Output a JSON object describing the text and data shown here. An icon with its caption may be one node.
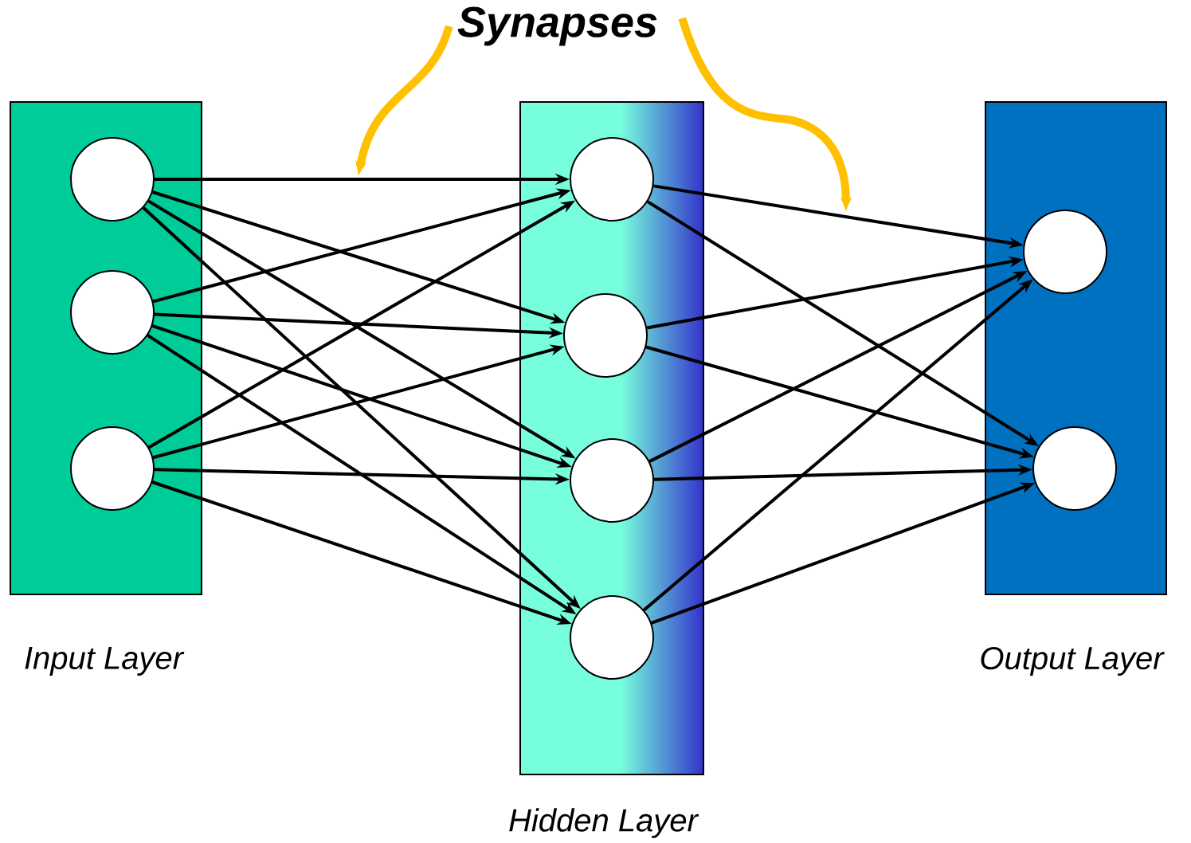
{
  "diagram": {
    "nodes": [
      {
        "text": [
          "Synapses"
        ]
      },
      {
        "text": [
          "Input Layer"
        ]
      },
      {
        "text": [],
        "shape": "circle",
        "in": 1
      },
      {
        "text": [],
        "shape": "circle",
        "in": 1
      },
      {
        "text": [],
        "shape": "circle",
        "in": 1
      },
      {
        "text": [
          "Hidden Layer"
        ]
      },
      {
        "text": [],
        "shape": "circle",
        "in": 5
      },
      {
        "text": [],
        "shape": "circle",
        "in": 5
      },
      {
        "text": [],
        "shape": "circle",
        "in": 5
      },
      {
        "text": [],
        "shape": "circle",
        "in": 5
      },
      {
        "text": [
          "Output Layer"
        ]
      },
      {
        "text": [],
        "shape": "circle",
        "in": 10
      },
      {
        "text": [],
        "shape": "circle",
        "in": 10
      }
    ],
    "edges": [
      {
        "from": 2,
        "to": 6,
        "arrow": "to"
      },
      {
        "from": 2,
        "to": 7,
        "arrow": "to"
      },
      {
        "from": 2,
        "to": 8,
        "arrow": "to"
      },
      {
        "from": 2,
        "to": 9,
        "arrow": "to"
      },
      {
        "from": 3,
        "to": 6,
        "arrow": "to"
      },
      {
        "from": 3,
        "to": 7,
        "arrow": "to"
      },
      {
        "from": 3,
        "to": 8,
        "arrow": "to"
      },
      {
        "from": 3,
        "to": 9,
        "arrow": "to"
      },
      {
        "from": 4,
        "to": 6,
        "arrow": "to"
      },
      {
        "from": 4,
        "to": 7,
        "arrow": "to"
      },
      {
        "from": 4,
        "to": 8,
        "arrow": "to"
      },
      {
        "from": 4,
        "to": 9,
        "arrow": "to"
      },
      {
        "from": 6,
        "to": 11,
        "arrow": "to"
      },
      {
        "from": 6,
        "to": 12,
        "arrow": "to"
      },
      {
        "from": 7,
        "to": 11,
        "arrow": "to"
      },
      {
        "from": 7,
        "to": 12,
        "arrow": "to"
      },
      {
        "from": 8,
        "to": 11,
        "arrow": "to"
      },
      {
        "from": 8,
        "to": 12,
        "arrow": "to"
      },
      {
        "from": 9,
        "to": 11,
        "arrow": "to"
      },
      {
        "from": 9,
        "to": 12,
        "arrow": "to"
      },
      {
        "from": 0,
        "to": null,
        "arrow": "to",
        "style": "thick",
        "color": "#ffc000"
      },
      {
        "from": 0,
        "to": null,
        "arrow": "to",
        "style": "thick",
        "color": "#ffc000"
      }
    ]
  }
}
